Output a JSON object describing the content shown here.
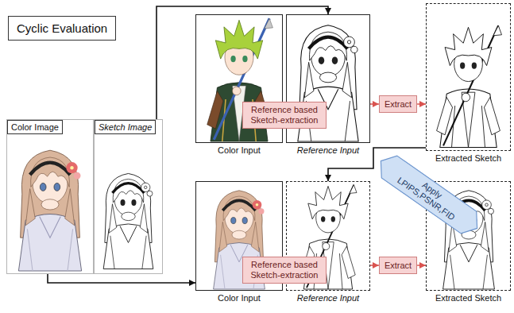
{
  "diagram": {
    "title": "Cyclic Evaluation",
    "nodes": [
      {
        "text": [
          "Color Image"
        ]
      },
      {
        "text": [
          "Sketch Image"
        ]
      },
      {
        "text": [
          "Color Input"
        ]
      },
      {
        "text": [
          "Reference Input"
        ]
      },
      {
        "text": [
          "Reference based Sketch-extraction"
        ]
      },
      {
        "text": [
          "Extract"
        ]
      },
      {
        "text": [
          "Extracted Sketch"
        ]
      },
      {
        "text": [
          "Color Input"
        ]
      },
      {
        "text": [
          "Reference Input"
        ]
      },
      {
        "text": [
          "Reference based Sketch-extraction"
        ]
      },
      {
        "text": [
          "Extract"
        ]
      },
      {
        "text": [
          "Extracted Sketch"
        ]
      },
      {
        "text": [
          "Apply LPIPS,PSNR,FID"
        ]
      }
    ],
    "edges": [
      {
        "from": 1,
        "to": 3,
        "arrow": "to"
      },
      {
        "from": 0,
        "to": 7,
        "arrow": "to"
      },
      {
        "from": 3,
        "to": 5,
        "arrow": "to"
      },
      {
        "from": 5,
        "to": 6,
        "arrow": "to"
      },
      {
        "from": 6,
        "to": 8,
        "arrow": "to"
      },
      {
        "from": 8,
        "to": 10,
        "arrow": "to"
      },
      {
        "from": 10,
        "to": 11,
        "arrow": "to"
      }
    ]
  }
}
